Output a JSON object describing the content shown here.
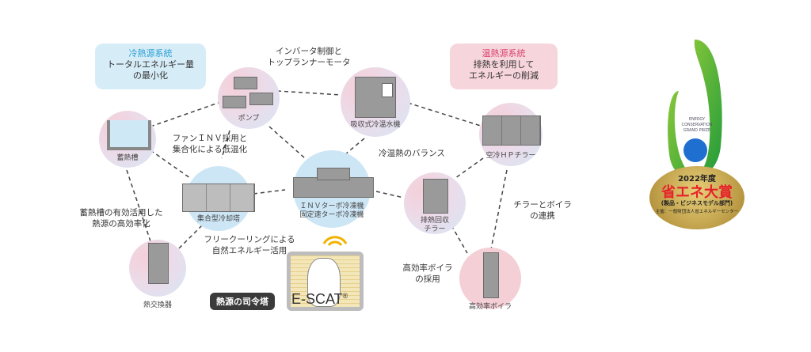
{
  "boxes": {
    "cold": {
      "title": "冷熱源系統",
      "line1": "トータルエネルギー量",
      "line2": "の最小化",
      "bg": "#d6ecf7",
      "title_color": "#2a9fd6"
    },
    "hot": {
      "title": "温熱源系統",
      "line1": "排熱を利用して",
      "line2": "エネルギーの削減",
      "bg": "#f6d5dc",
      "title_color": "#d9436a"
    }
  },
  "annotations": {
    "inverter": {
      "line1": "インバータ制御と",
      "line2": "トップランナーモータ"
    },
    "fan": {
      "line1": "ファンＩＮＶ採用と",
      "line2": "集合化による低温化"
    },
    "balance": {
      "line1": "冷温熱のバランス"
    },
    "storage": {
      "line1": "蓄熱槽の有効活用した",
      "line2": "熱源の高効率化"
    },
    "freecool": {
      "line1": "フリークーリングによる",
      "line2": "自然エネルギー活用"
    },
    "chiller_boiler": {
      "line1": "チラーとボイラ",
      "line2": "の連携"
    },
    "boiler": {
      "line1": "高効率ボイラ",
      "line2": "の採用"
    }
  },
  "nodes": {
    "pump": {
      "label": "ポンプ"
    },
    "absorption": {
      "label": "吸収式冷温水機"
    },
    "storage_tank": {
      "label": "蓄熱槽"
    },
    "air_hp": {
      "label": "空冷ＨＰチラー"
    },
    "cooling_tower": {
      "label": "集合型冷却塔"
    },
    "turbo": {
      "line1": "ＩＮＶターボ冷凍機",
      "line2": "固定速ターボ冷凍機"
    },
    "heat_recovery": {
      "line1": "排熱回収",
      "line2": "チラー"
    },
    "heat_exchanger": {
      "label": "熱交換器"
    },
    "boiler": {
      "label": "高効率ボイラ"
    }
  },
  "command": {
    "label": "熱源の司令塔",
    "product": "E-SCAT",
    "reg": "®"
  },
  "award": {
    "logo_text1": "ENERGY",
    "logo_text2": "CONSERVATION",
    "logo_text3": "GRAND PRIZE",
    "year": "2022年度",
    "title": "省エネ大賞",
    "category": "(製品・ビジネスモデル部門)",
    "host": "主催：一般財団法人省エネルギーセンター"
  }
}
